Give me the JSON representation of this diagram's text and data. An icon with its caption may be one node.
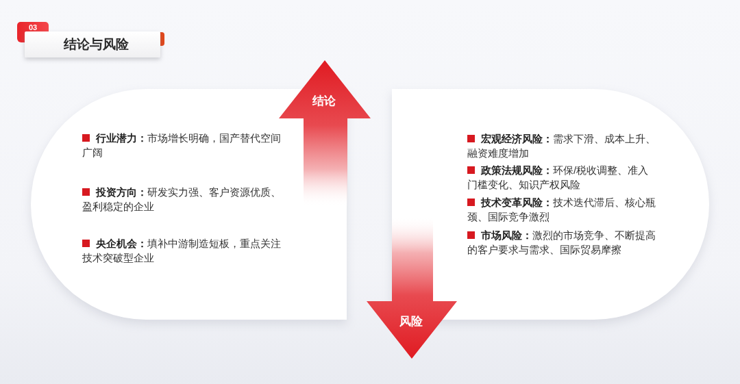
{
  "diagram": {
    "title": "结论与风险",
    "labels": [
      "03"
    ],
    "nodes": [
      {
        "text": [
          "**行业潜力：**市场增长明确，国产替代空间广阔",
          "**投资方向：**研发实力强、客户资源优质、盈利稳定的企业",
          "**央企机会：**填补中游制造短板，重点关注技术突破型企业"
        ]
      },
      {
        "text": [
          "结论"
        ]
      },
      {
        "text": [
          "**宏观经济风险：**需求下滑、成本上升、融资难度增加",
          "**政策法规风险：**环保/税收调整、准入门槛变化、知识产权风险",
          "**技术变革风险：**技术迭代滞后、核心瓶颈、国际竞争激烈",
          "**市场风险：**激烈的市场竞争、不断提高的客户要求与需求、国际贸易摩擦"
        ]
      },
      {
        "text": [
          "风险"
        ]
      }
    ]
  }
}
